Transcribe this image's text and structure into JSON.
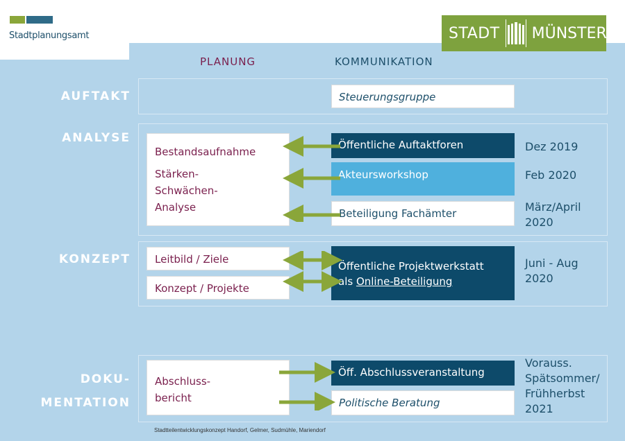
{
  "logo": {
    "text": "Stadtplanungsamt"
  },
  "brand": {
    "left": "STADT",
    "right": "MÜNSTER"
  },
  "headers": {
    "planung": "PLANUNG",
    "kommunikation": "KOMMUNIKATION"
  },
  "sections": {
    "auftakt": "AUFTAKT",
    "analyse": "ANALYSE",
    "konzept": "KONZEPT",
    "doku1": "DOKU-",
    "doku2": "MENTATION"
  },
  "auftakt": {
    "komm": "Steuerungsgruppe"
  },
  "analyse": {
    "plan1": "Bestandsaufnahme",
    "plan2a": "Stärken-",
    "plan2b": "Schwächen-",
    "plan2c": "Analyse",
    "komm1": "Öffentliche Auftaktforen",
    "komm2": "Akteursworkshop",
    "komm3": "Beteiligung Fachämter",
    "date1": "Dez 2019",
    "date2": "Feb 2020",
    "date3a": "März/April",
    "date3b": "2020"
  },
  "konzept": {
    "plan1": "Leitbild / Ziele",
    "plan2": "Konzept / Projekte",
    "komm1a": "Öffentliche Projektwerkstatt",
    "komm1b_prefix": "als ",
    "komm1b_link": "Online-Beteiligung",
    "date1": "Juni - Aug",
    "date2": "2020"
  },
  "doku": {
    "plan1": "Abschluss-",
    "plan2": "bericht",
    "komm1": "Öff. Abschlussveranstaltung",
    "komm2": "Politische Beratung",
    "date1": "Vorauss.",
    "date2": "Spätsommer/",
    "date3": "Frühherbst",
    "date4": "2021"
  },
  "footer": "Stadtteilentwicklungskonzept Handorf, Gelmer, Sudmühle, Mariendorf",
  "colors": {
    "background": "#b3d4ea",
    "accent_green": "#8aa63a",
    "dark_blue": "#0d4a6a",
    "light_blue": "#4fb0dd",
    "burgundy": "#7a1f4d"
  }
}
